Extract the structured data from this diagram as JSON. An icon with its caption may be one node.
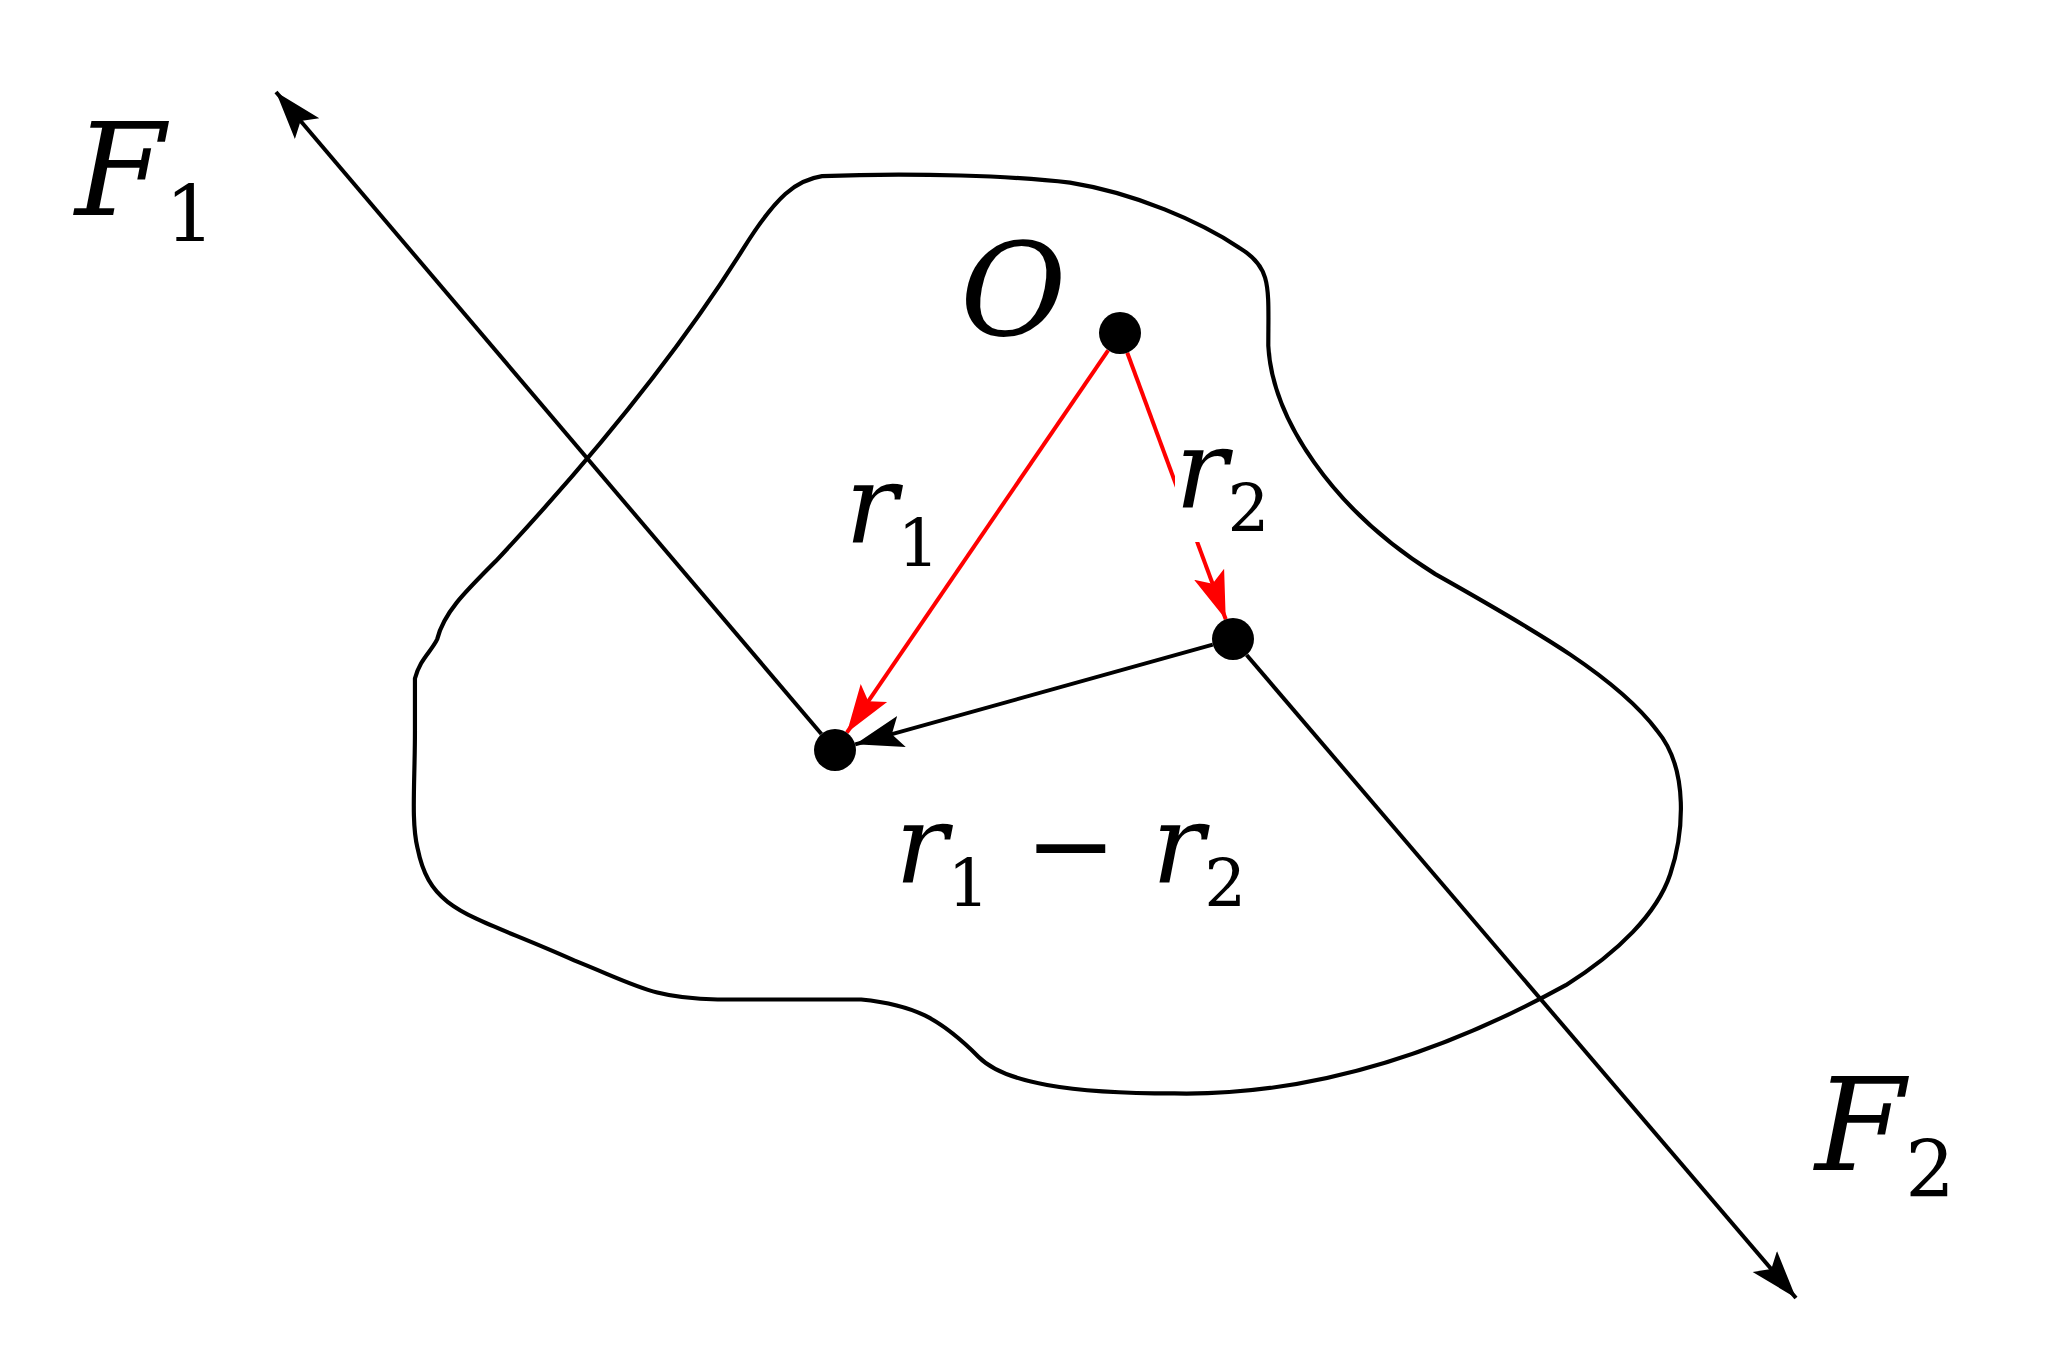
{
  "diagram": {
    "nodes": [
      {
        "text": [],
        "shape": "circle",
        "beside": [
          "O"
        ]
      },
      {
        "text": [],
        "shape": "circle"
      },
      {
        "text": [],
        "shape": "circle"
      }
    ],
    "edges": [
      {
        "from": 0,
        "to": 1,
        "arrow": "to",
        "label": "r$_{1}$",
        "color": "#ff0000"
      },
      {
        "from": 0,
        "to": 2,
        "arrow": "to",
        "label": "r$_{2}$",
        "color": "#ff0000"
      },
      {
        "from": 2,
        "to": 1,
        "arrow": "to",
        "label": "r$_{1}$ − r$_{2}$"
      },
      {
        "from": 1,
        "to": null,
        "arrow": "to",
        "label": "F$_{1}$"
      },
      {
        "from": 2,
        "to": null,
        "arrow": "to",
        "label": "F$_{2}$"
      }
    ]
  }
}
